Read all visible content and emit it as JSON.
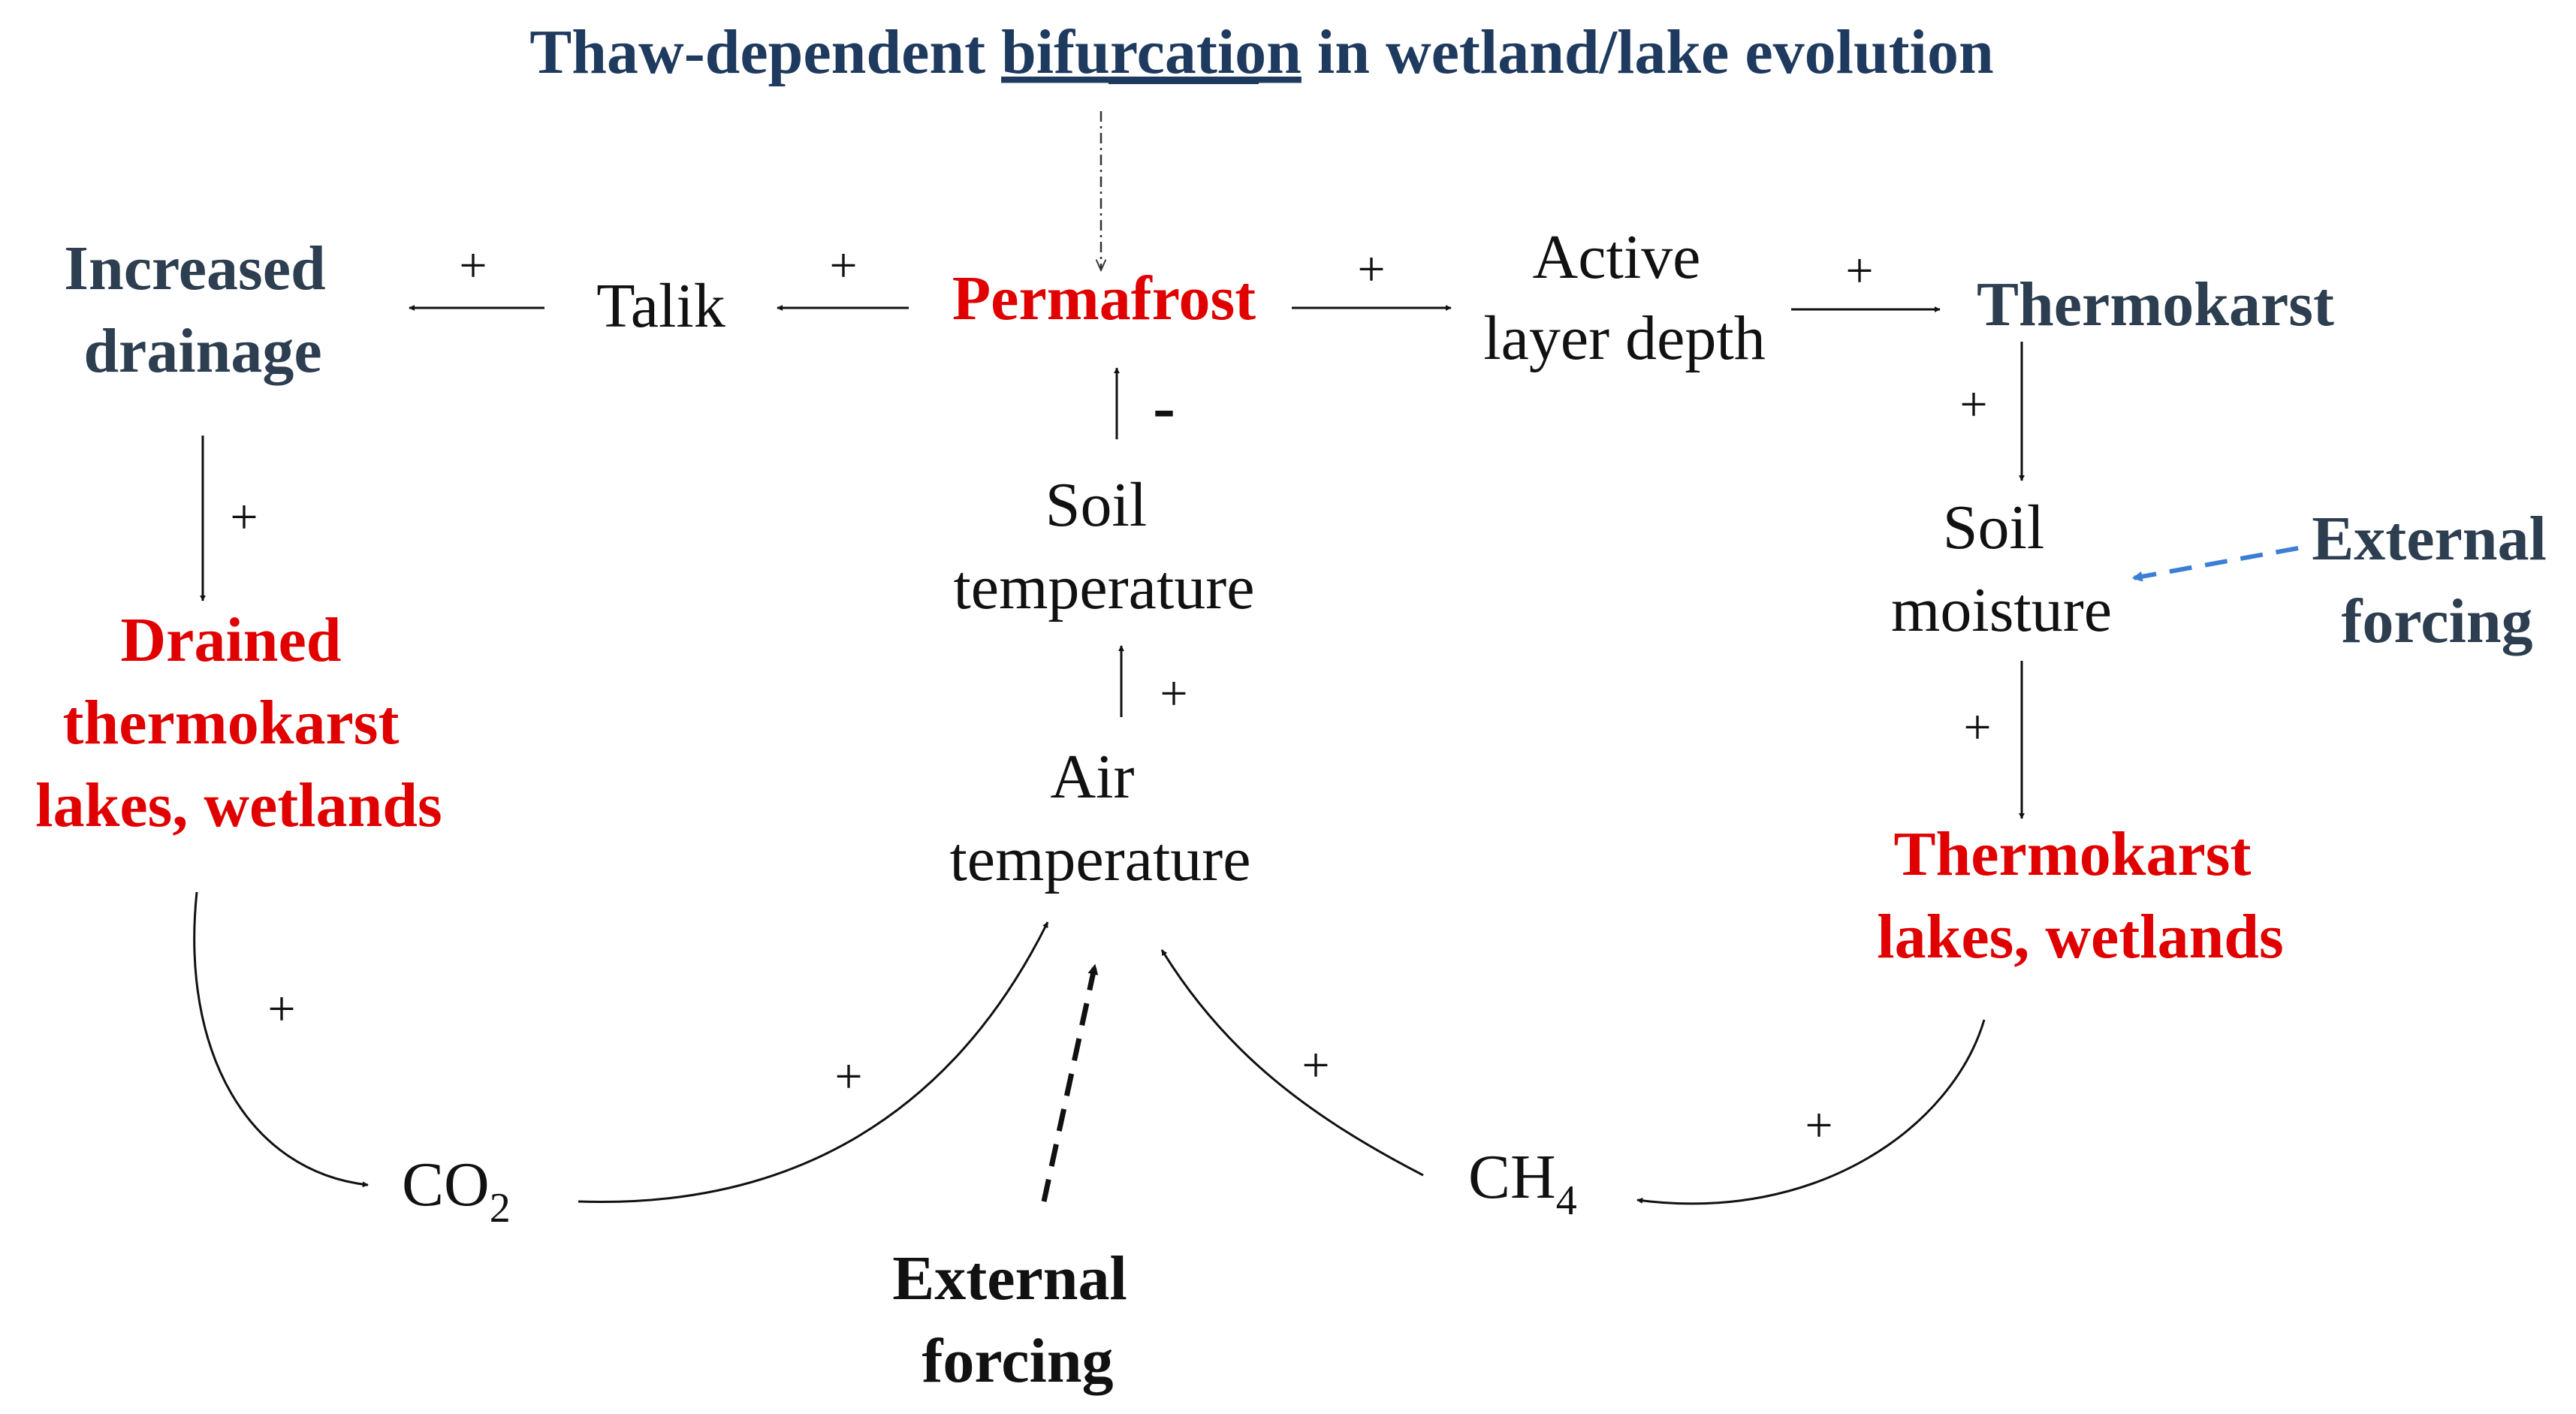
{
  "colors": {
    "navy": "#1f3a5f",
    "red": "#e00000",
    "black": "#111111",
    "blue_dash": "#3a7fd5"
  },
  "title": {
    "pre": "Thaw-dependent ",
    "emph": "bifurcation",
    "post": " in wetland/lake evolution"
  },
  "nodes": {
    "increased_drainage": [
      "Increased",
      "drainage"
    ],
    "talik": "Talik",
    "permafrost": "Permafrost",
    "active_layer_depth": [
      "Active",
      "layer depth"
    ],
    "thermokarst": "Thermokarst",
    "soil_temperature": [
      "Soil",
      "temperature"
    ],
    "air_temperature": [
      "Air",
      "temperature"
    ],
    "soil_moisture": [
      "Soil",
      "moisture"
    ],
    "external_forcing_right": [
      "External",
      "forcing"
    ],
    "drained_lakes": [
      "Drained",
      "thermokarst",
      "lakes, wetlands"
    ],
    "thermokarst_lakes": [
      "Thermokarst",
      "lakes, wetlands"
    ],
    "co2": {
      "base": "CO",
      "sub": "2"
    },
    "ch4": {
      "base": "CH",
      "sub": "4"
    },
    "external_forcing_bottom": [
      "External",
      "forcing"
    ]
  },
  "signs": {
    "plus": "+",
    "minus": "-"
  }
}
